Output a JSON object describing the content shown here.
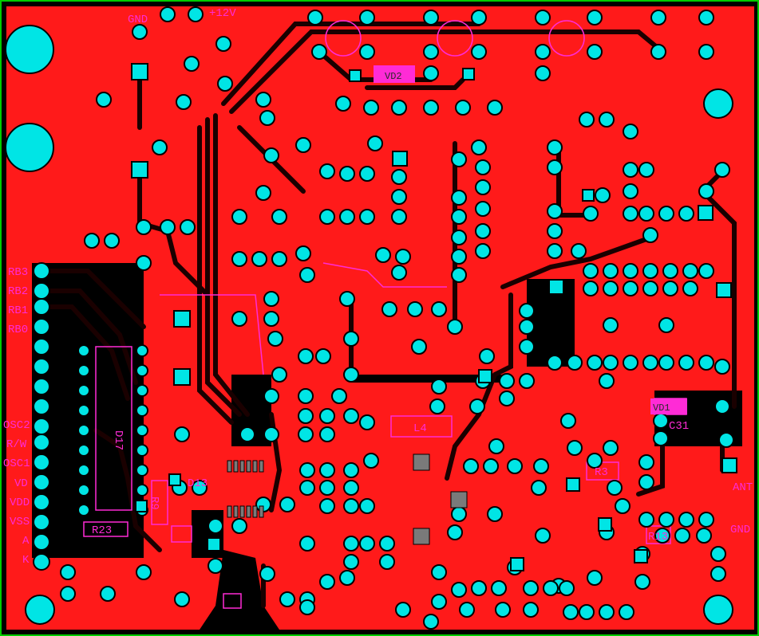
{
  "colors": {
    "background": "#000000",
    "copper": "#ff1a1a",
    "trace": "#1a0000",
    "pad": "#00e5e5",
    "silkscreen": "#ff2bd6",
    "outline": "#00cc00",
    "gray_pad": "#7a7a7a"
  },
  "labels": {
    "gnd_top": "GND",
    "v12": "+12V",
    "vd2": "VD2",
    "l4": "L4",
    "vd1": "VD1",
    "c31": "C31",
    "r23": "R23",
    "r9": "R9",
    "d13": "D13",
    "d17": "D17",
    "r3": "R3",
    "r13": "R13",
    "ant": "ANT",
    "gnd_right": "GND",
    "pin_rb3": "RB3",
    "pin_rb2": "RB2",
    "pin_rb1": "RB1",
    "pin_rb0": "RB0",
    "pin_osc2": "OSC2",
    "pin_rw": "R/W",
    "pin_osc1": "OSC1",
    "pin_vd": "VD",
    "pin_vdd": "VDD",
    "pin_vss": "VSS",
    "pin_a": "A",
    "pin_k": "K"
  }
}
